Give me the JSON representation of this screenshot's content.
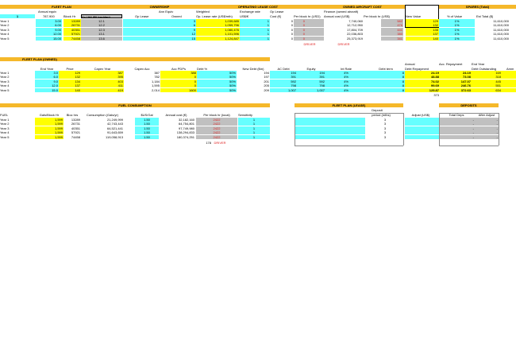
{
  "fleet_plan": {
    "title": "FLEET PLAN",
    "col_annual": "Annual equiv",
    "col_type": "787-900",
    "col_blockhr": "Block Hr",
    "col_acutil": "Ac.Util (Bl hrs/day)",
    "key": "1",
    "rows": [
      {
        "year": "Year 1",
        "equiv": "3.00",
        "block": "13289",
        "util": "12.1"
      },
      {
        "year": "Year 2",
        "equiv": "6.00",
        "block": "26731",
        "util": "12.2"
      },
      {
        "year": "Year 3",
        "equiv": "9.00",
        "block": "40351",
        "util": "12.3"
      },
      {
        "year": "Year 4",
        "equiv": "12.00",
        "block": "57921",
        "util": "13.1"
      },
      {
        "year": "Year 5",
        "equiv": "15.00",
        "block": "74458",
        "util": "13.6"
      }
    ]
  },
  "ownership": {
    "title": "OWNERSHIP",
    "sub": "Ann Equiv",
    "col_op": "Op Lease",
    "col_owned": "Owned",
    "owned": [
      "3",
      "6",
      "9",
      "12",
      "15"
    ]
  },
  "op_lease_cost": {
    "title": "OPERATING LEASE COST",
    "col_weighted": "Weighted",
    "col_rate": "Op. Lease rate (US$/mth)",
    "col_exch1": "Exchange rate",
    "col_exch2": "US$/€",
    "col_olc1": "Op Lease",
    "col_olc2": "Cost (€)",
    "col_perblock": "Per block hr (USD)",
    "rates": [
      "1,039,685",
      "1,059,796",
      "1,080,476",
      "1,101,596",
      "1,124,847"
    ],
    "exch": [
      "1",
      "1",
      "1",
      "1",
      "1"
    ],
    "cost": [
      "0",
      "0",
      "0",
      "0",
      "0"
    ],
    "perblock": [
      "0",
      "0",
      "0",
      "0",
      "0"
    ],
    "driver": "DRIVER"
  },
  "owned_cost": {
    "title": "OWNED AIRCRAFT COST",
    "col_fin": "Finance (owned aircraft)",
    "col_annual": "Annual cost (US$)",
    "col_perblock": "Per block hr (US$)",
    "annual": [
      "7,740,060",
      "12,712,950",
      "17,804,709",
      "22,036,803",
      "25,373,919"
    ],
    "perblock": [
      "582",
      "476",
      "441",
      "380",
      "341"
    ]
  },
  "new_value": {
    "label": "New Value",
    "vals": [
      "129",
      "132",
      "135",
      "137",
      "140"
    ]
  },
  "spares": {
    "title": "SPARES (Total)",
    "col_pct": "% of Value",
    "col_est": "Est Total ($)",
    "pct": [
      "1%",
      "1%",
      "1%",
      "1%",
      "1%"
    ],
    "est": [
      "11,610,000",
      "11,610,000",
      "11,610,000",
      "11,610,000",
      "11,610,000"
    ]
  },
  "owned_plan": {
    "title": "FLEET PLAN (OWNED)",
    "cols": {
      "end_year": "End Year",
      "price": "Price",
      "capex_year": "Capex Year",
      "capex_acc": "Capex Acc",
      "acc_pdp": "Acc PDPs",
      "debt_pct": "Debt %",
      "new_debt": "New Debt ($m)",
      "ac_debt": "AC Debt",
      "equity": "Equity",
      "int_rate": "Int Rate",
      "debt_term": "Debt term",
      "annual_repay1": "Annual",
      "annual_repay2": "Debt Repayment",
      "acc_repay": "Acc. Repayment",
      "end_year2": "End Year",
      "debt_out": "Debt Outstanding",
      "amm": "Amm"
    },
    "rows": [
      {
        "year": "Year 1",
        "end": "3.0",
        "price": "129",
        "capex": "387",
        "capex_acc": "387",
        "pdp": "388",
        "debt": "50%",
        "newdebt": "194",
        "acdebt": "194",
        "equity": "194",
        "rate": "4%",
        "term": "8",
        "repay": "24.19",
        "accrep": "24.19",
        "out": "169"
      },
      {
        "year": "Year 2",
        "end": "6.0",
        "price": "132",
        "capex": "395",
        "capex_acc": "782",
        "pdp": "0",
        "debt": "50%",
        "newdebt": "197",
        "acdebt": "391",
        "equity": "391",
        "rate": "4%",
        "term": "8",
        "repay": "48.88",
        "accrep": "73.08",
        "out": "318"
      },
      {
        "year": "Year 3",
        "end": "9.0",
        "price": "134",
        "capex": "403",
        "capex_acc": "1,184",
        "pdp": "0",
        "debt": "50%",
        "newdebt": "201",
        "acdebt": "592",
        "equity": "592",
        "rate": "4%",
        "term": "8",
        "repay": "74.02",
        "accrep": "147.07",
        "out": "445"
      },
      {
        "year": "Year 4",
        "end": "12.0",
        "price": "137",
        "capex": "411",
        "capex_acc": "1,595",
        "pdp": "0",
        "debt": "50%",
        "newdebt": "205",
        "acdebt": "798",
        "equity": "798",
        "rate": "4%",
        "term": "8",
        "repay": "99.69",
        "accrep": "246.76",
        "out": "551"
      },
      {
        "year": "Year 5",
        "end": "15.0",
        "price": "140",
        "capex": "419",
        "capex_acc": "2,014",
        "pdp": "1600",
        "debt": "50%",
        "newdebt": "209",
        "acdebt": "1,007",
        "equity": "1,007",
        "rate": "4%",
        "term": "8",
        "repay": "125.87",
        "accrep": "372.63",
        "out": "634"
      }
    ],
    "total_repay": "373"
  },
  "fuel": {
    "title": "FUEL CONSUMPTION",
    "fuel_label": "FUEL",
    "cols": {
      "gals": "Gals/Block Hr",
      "bloc": "Bloc hrs",
      "consumption": "Consumption (Gals/yr)",
      "price": "$US/Gal",
      "annual": "Annual cost (€)",
      "perblock": "Per block hr (local)",
      "sens": "Sensitivity"
    },
    "rows": [
      {
        "year": "Year 1",
        "gals": "1,599",
        "bloc": "13289",
        "cons": "21,249,999",
        "price": "1.50",
        "annual": "32,182,160",
        "perblock": "2422",
        "sens": "1"
      },
      {
        "year": "Year 2",
        "gals": "1,599",
        "bloc": "26731",
        "cons": "42,743,443",
        "price": "1.50",
        "annual": "64,754,801",
        "perblock": "2422",
        "sens": "1"
      },
      {
        "year": "Year 3",
        "gals": "1,599",
        "bloc": "40351",
        "cons": "64,521,441",
        "price": "1.50",
        "annual": "97,749,980",
        "perblock": "2422",
        "sens": "1"
      },
      {
        "year": "Year 4",
        "gals": "1,599",
        "bloc": "57921",
        "cons": "91,643,659",
        "price": "1.50",
        "annual": "138,294,833",
        "perblock": "2422",
        "sens": "1"
      },
      {
        "year": "Year 5",
        "gals": "1,599",
        "bloc": "74458",
        "cons": "119,058,913",
        "price": "1.50",
        "annual": "180,374,251",
        "perblock": "2422",
        "sens": "1"
      }
    ],
    "total": "178",
    "driver": "DRIVER"
  },
  "lease_plan": {
    "title": "FLEET PLAN (LEASE)",
    "col_deposit": "Deposit",
    "col_period": "period (mths)",
    "col_adjust": "Adjust (US$)",
    "period": [
      "3",
      "3",
      "3",
      "3",
      "3"
    ]
  },
  "deposits": {
    "title": "DEPOSITS",
    "col_total": "Total Deps",
    "col_after": "After Adjust",
    "vals": [
      "-",
      "-",
      "-",
      "-",
      "-"
    ]
  }
}
